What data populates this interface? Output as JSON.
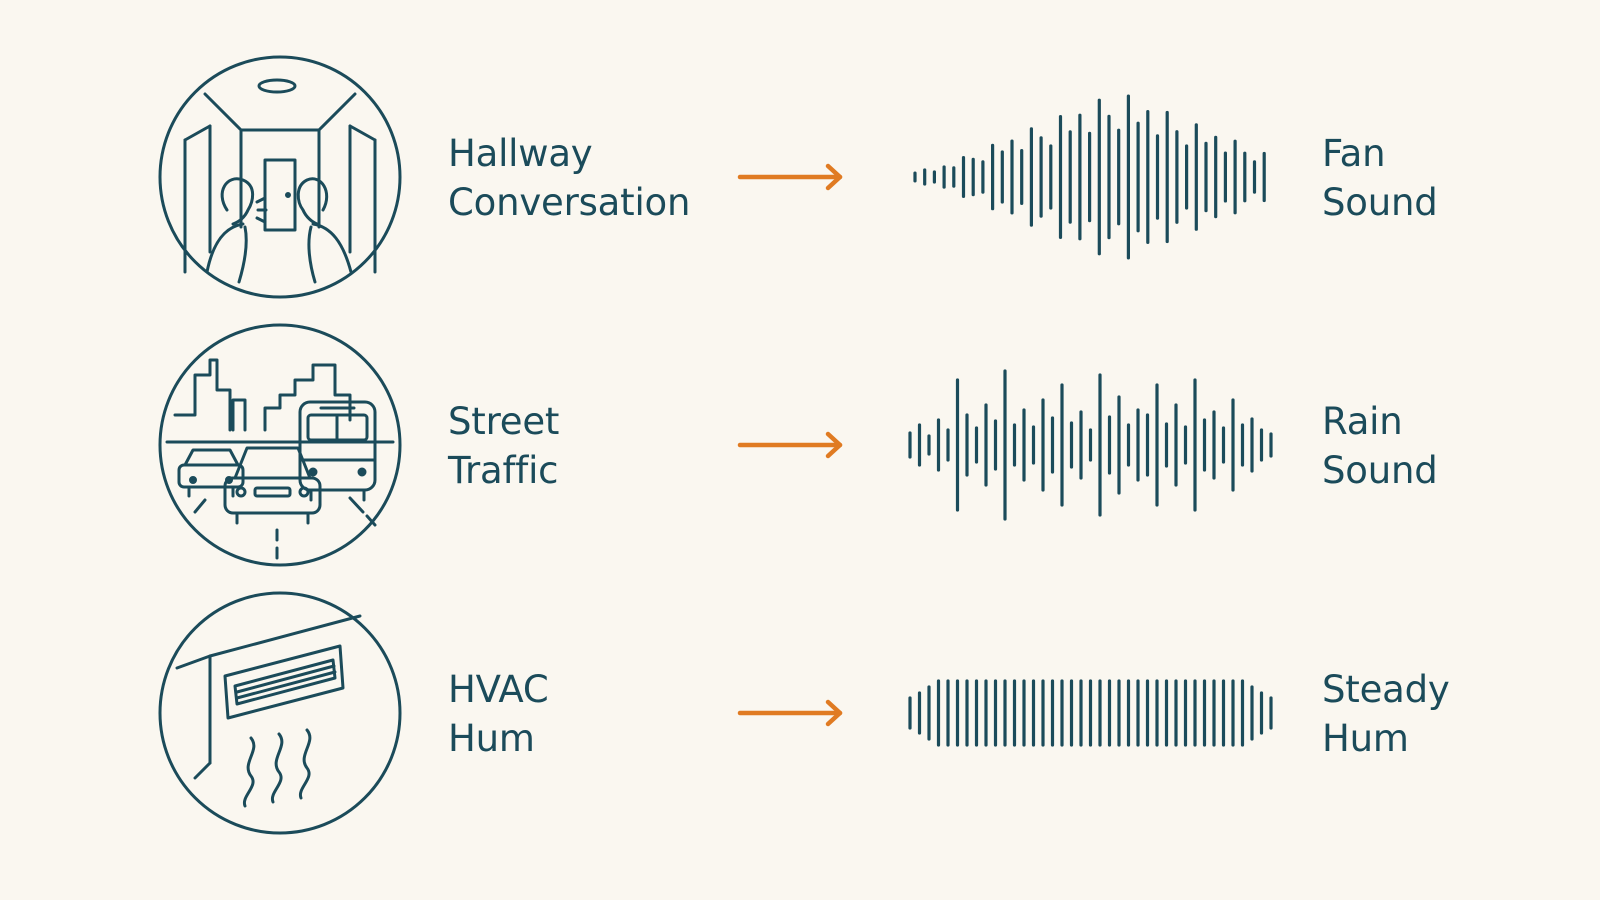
{
  "rows": [
    {
      "source": {
        "line1": "Hallway",
        "line2": "Conversation"
      },
      "target": {
        "line1": "Fan",
        "line2": "Sound"
      },
      "icon": "hallway-conversation-icon",
      "waveform": "diamond-envelope"
    },
    {
      "source": {
        "line1": "Street",
        "line2": "Traffic"
      },
      "target": {
        "line1": "Rain",
        "line2": "Sound"
      },
      "icon": "street-traffic-icon",
      "waveform": "irregular-spikes"
    },
    {
      "source": {
        "line1": "HVAC",
        "line2": "Hum"
      },
      "target": {
        "line1": "Steady",
        "line2": "Hum"
      },
      "icon": "hvac-vent-icon",
      "waveform": "flat-steady"
    }
  ],
  "colors": {
    "background": "#faf7f0",
    "ink": "#1b4b5a",
    "arrow": "#e07b22"
  }
}
